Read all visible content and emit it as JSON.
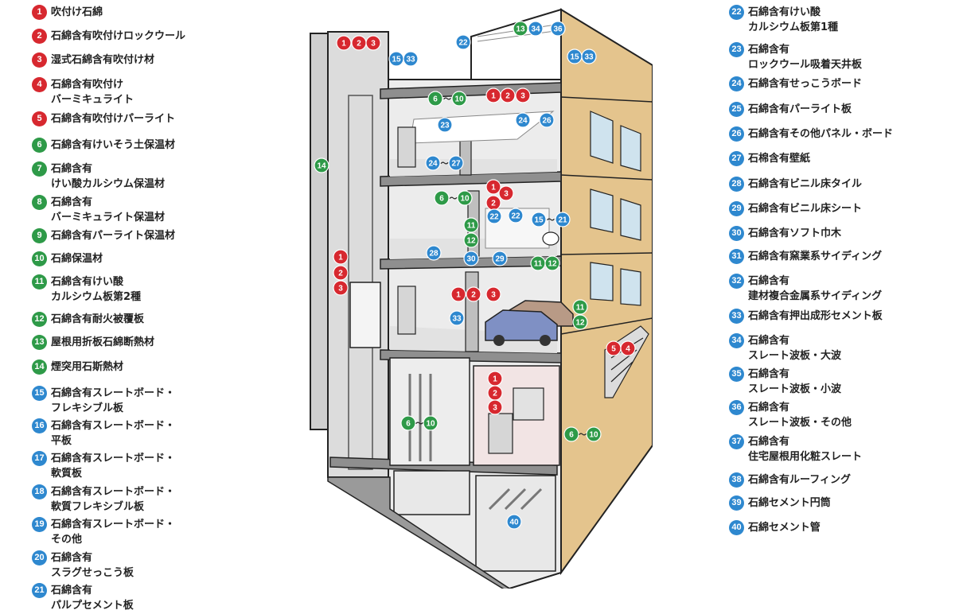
{
  "colors": {
    "red": "#d7282f",
    "green": "#2e9a48",
    "blue": "#2e88cf",
    "wall": "#e4c48d",
    "window": "#cfe3ee"
  },
  "legend_left": [
    {
      "num": "1",
      "color": "red",
      "text": "吹付け石綿"
    },
    {
      "num": "2",
      "color": "red",
      "text": "石綿含有吹付けロックウール"
    },
    {
      "num": "3",
      "color": "red",
      "text": "湿式石綿含有吹付け材"
    },
    {
      "num": "4",
      "color": "red",
      "text": "石綿含有吹付け\nバーミキュライト"
    },
    {
      "num": "5",
      "color": "red",
      "text": "石綿含有吹付けパーライト"
    },
    {
      "num": "6",
      "color": "green",
      "text": "石綿含有けいそう土保温材"
    },
    {
      "num": "7",
      "color": "green",
      "text": "石綿含有\nけい酸カルシウム保温材"
    },
    {
      "num": "8",
      "color": "green",
      "text": "石綿含有\nバーミキュライト保温材"
    },
    {
      "num": "9",
      "color": "green",
      "text": "石綿含有パーライト保温材"
    },
    {
      "num": "10",
      "color": "green",
      "text": "石綿保温材"
    },
    {
      "num": "11",
      "color": "green",
      "text": "石綿含有けい酸\nカルシウム板第2種"
    },
    {
      "num": "12",
      "color": "green",
      "text": "石綿含有耐火被覆板"
    },
    {
      "num": "13",
      "color": "green",
      "text": "屋根用折板石綿断熱材"
    },
    {
      "num": "14",
      "color": "green",
      "text": "煙突用石斯熱材"
    },
    {
      "num": "15",
      "color": "blue",
      "text": "石綿含有スレートボード・\nフレキシブル板"
    },
    {
      "num": "16",
      "color": "blue",
      "text": "石綿含有スレートボード・\n平板"
    },
    {
      "num": "17",
      "color": "blue",
      "text": "石綿含有スレートボード・\n軟質板"
    },
    {
      "num": "18",
      "color": "blue",
      "text": "石綿含有スレートボード・\n軟質フレキシブル板"
    },
    {
      "num": "19",
      "color": "blue",
      "text": "石綿含有スレートボード・\nその他"
    },
    {
      "num": "20",
      "color": "blue",
      "text": "石綿含有\nスラグせっこう板"
    },
    {
      "num": "21",
      "color": "blue",
      "text": "石綿含有\nパルプセメント板"
    }
  ],
  "legend_right": [
    {
      "num": "22",
      "color": "blue",
      "text": "石綿含有けい酸\nカルシウム板第1種"
    },
    {
      "num": "23",
      "color": "blue",
      "text": "石綿含有\nロックウール吸着天井板"
    },
    {
      "num": "24",
      "color": "blue",
      "text": "石綿含有せっこうボード"
    },
    {
      "num": "25",
      "color": "blue",
      "text": "石綿含有パーライト板"
    },
    {
      "num": "26",
      "color": "blue",
      "text": "石綿含有その他パネル・ボード"
    },
    {
      "num": "27",
      "color": "blue",
      "text": "石棉含有壁紙"
    },
    {
      "num": "28",
      "color": "blue",
      "text": "石綿含有ビニル床タイル"
    },
    {
      "num": "29",
      "color": "blue",
      "text": "石綿含有ビニル床シート"
    },
    {
      "num": "30",
      "color": "blue",
      "text": "石綿含有ソフト巾木"
    },
    {
      "num": "31",
      "color": "blue",
      "text": "石綿含有窯業系サイディング"
    },
    {
      "num": "32",
      "color": "blue",
      "text": "石綿含有\n建材複合金属系サイディング"
    },
    {
      "num": "33",
      "color": "blue",
      "text": "石綿含有押出成形セメント板"
    },
    {
      "num": "34",
      "color": "blue",
      "text": "石綿含有\nスレート波板・大波"
    },
    {
      "num": "35",
      "color": "blue",
      "text": "石綿含有\nスレート波板・小波"
    },
    {
      "num": "36",
      "color": "blue",
      "text": "石綿含有\nスレート波板・その他"
    },
    {
      "num": "37",
      "color": "blue",
      "text": "石綿含有\n住宅屋根用化粧スレート"
    },
    {
      "num": "38",
      "color": "blue",
      "text": "石綿含有ルーフィング"
    },
    {
      "num": "39",
      "color": "blue",
      "text": "石綿セメント円筒"
    },
    {
      "num": "40",
      "color": "blue",
      "text": "石綿セメント管"
    }
  ],
  "diagram_markers": [
    {
      "label": "1",
      "color": "red"
    },
    {
      "label": "2",
      "color": "red"
    },
    {
      "label": "3",
      "color": "red"
    },
    {
      "label": "15",
      "color": "blue"
    },
    {
      "label": "33",
      "color": "blue"
    },
    {
      "label": "22",
      "color": "blue"
    },
    {
      "label": "13",
      "color": "green"
    },
    {
      "label": "34",
      "color": "blue"
    },
    {
      "label": "36",
      "color": "blue"
    },
    {
      "label": "15",
      "color": "blue"
    },
    {
      "label": "33",
      "color": "blue"
    },
    {
      "label": "6",
      "color": "green"
    },
    {
      "label": "10",
      "color": "green"
    },
    {
      "label": "1",
      "color": "red"
    },
    {
      "label": "2",
      "color": "red"
    },
    {
      "label": "3",
      "color": "red"
    },
    {
      "label": "23",
      "color": "blue"
    },
    {
      "label": "24",
      "color": "blue"
    },
    {
      "label": "26",
      "color": "blue"
    },
    {
      "label": "14",
      "color": "green"
    },
    {
      "label": "24",
      "color": "blue"
    },
    {
      "label": "27",
      "color": "blue"
    },
    {
      "label": "1",
      "color": "red"
    },
    {
      "label": "3",
      "color": "red"
    },
    {
      "label": "2",
      "color": "red"
    },
    {
      "label": "6",
      "color": "green"
    },
    {
      "label": "10",
      "color": "green"
    },
    {
      "label": "22",
      "color": "blue"
    },
    {
      "label": "22",
      "color": "blue"
    },
    {
      "label": "15",
      "color": "blue"
    },
    {
      "label": "21",
      "color": "blue"
    },
    {
      "label": "11",
      "color": "green"
    },
    {
      "label": "12",
      "color": "green"
    },
    {
      "label": "28",
      "color": "blue"
    },
    {
      "label": "30",
      "color": "blue"
    },
    {
      "label": "29",
      "color": "blue"
    },
    {
      "label": "11",
      "color": "green"
    },
    {
      "label": "12",
      "color": "green"
    },
    {
      "label": "1",
      "color": "red"
    },
    {
      "label": "2",
      "color": "red"
    },
    {
      "label": "3",
      "color": "red"
    },
    {
      "label": "1",
      "color": "red"
    },
    {
      "label": "2",
      "color": "red"
    },
    {
      "label": "3",
      "color": "red"
    },
    {
      "label": "33",
      "color": "blue"
    },
    {
      "label": "11",
      "color": "green"
    },
    {
      "label": "12",
      "color": "green"
    },
    {
      "label": "5",
      "color": "red"
    },
    {
      "label": "4",
      "color": "red"
    },
    {
      "label": "1",
      "color": "red"
    },
    {
      "label": "2",
      "color": "red"
    },
    {
      "label": "3",
      "color": "red"
    },
    {
      "label": "6",
      "color": "green"
    },
    {
      "label": "10",
      "color": "green"
    },
    {
      "label": "6",
      "color": "green"
    },
    {
      "label": "10",
      "color": "green"
    },
    {
      "label": "40",
      "color": "blue"
    }
  ],
  "range_sep": "～"
}
